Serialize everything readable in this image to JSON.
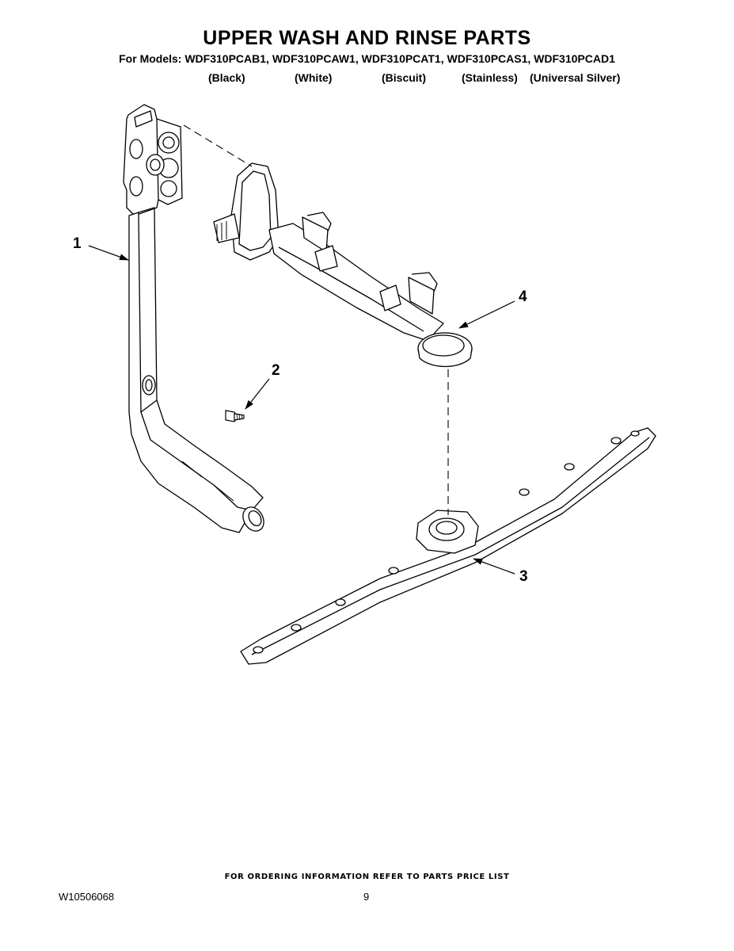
{
  "header": {
    "title": "UPPER WASH AND RINSE PARTS",
    "models_line": "For Models: WDF310PCAB1, WDF310PCAW1, WDF310PCAT1, WDF310PCAS1, WDF310PCAD1",
    "colors": [
      "(Black)",
      "(White)",
      "(Biscuit)",
      "(Stainless)",
      "(Universal Silver)"
    ]
  },
  "diagram": {
    "callouts": [
      "1",
      "2",
      "3",
      "4"
    ],
    "parts": [
      "supply-tube",
      "screw",
      "upper-spray-arm",
      "spray-arm-manifold"
    ]
  },
  "footer": {
    "ordering_note": "FOR ORDERING INFORMATION REFER TO PARTS PRICE LIST",
    "doc_number": "W10506068",
    "page_number": "9"
  }
}
